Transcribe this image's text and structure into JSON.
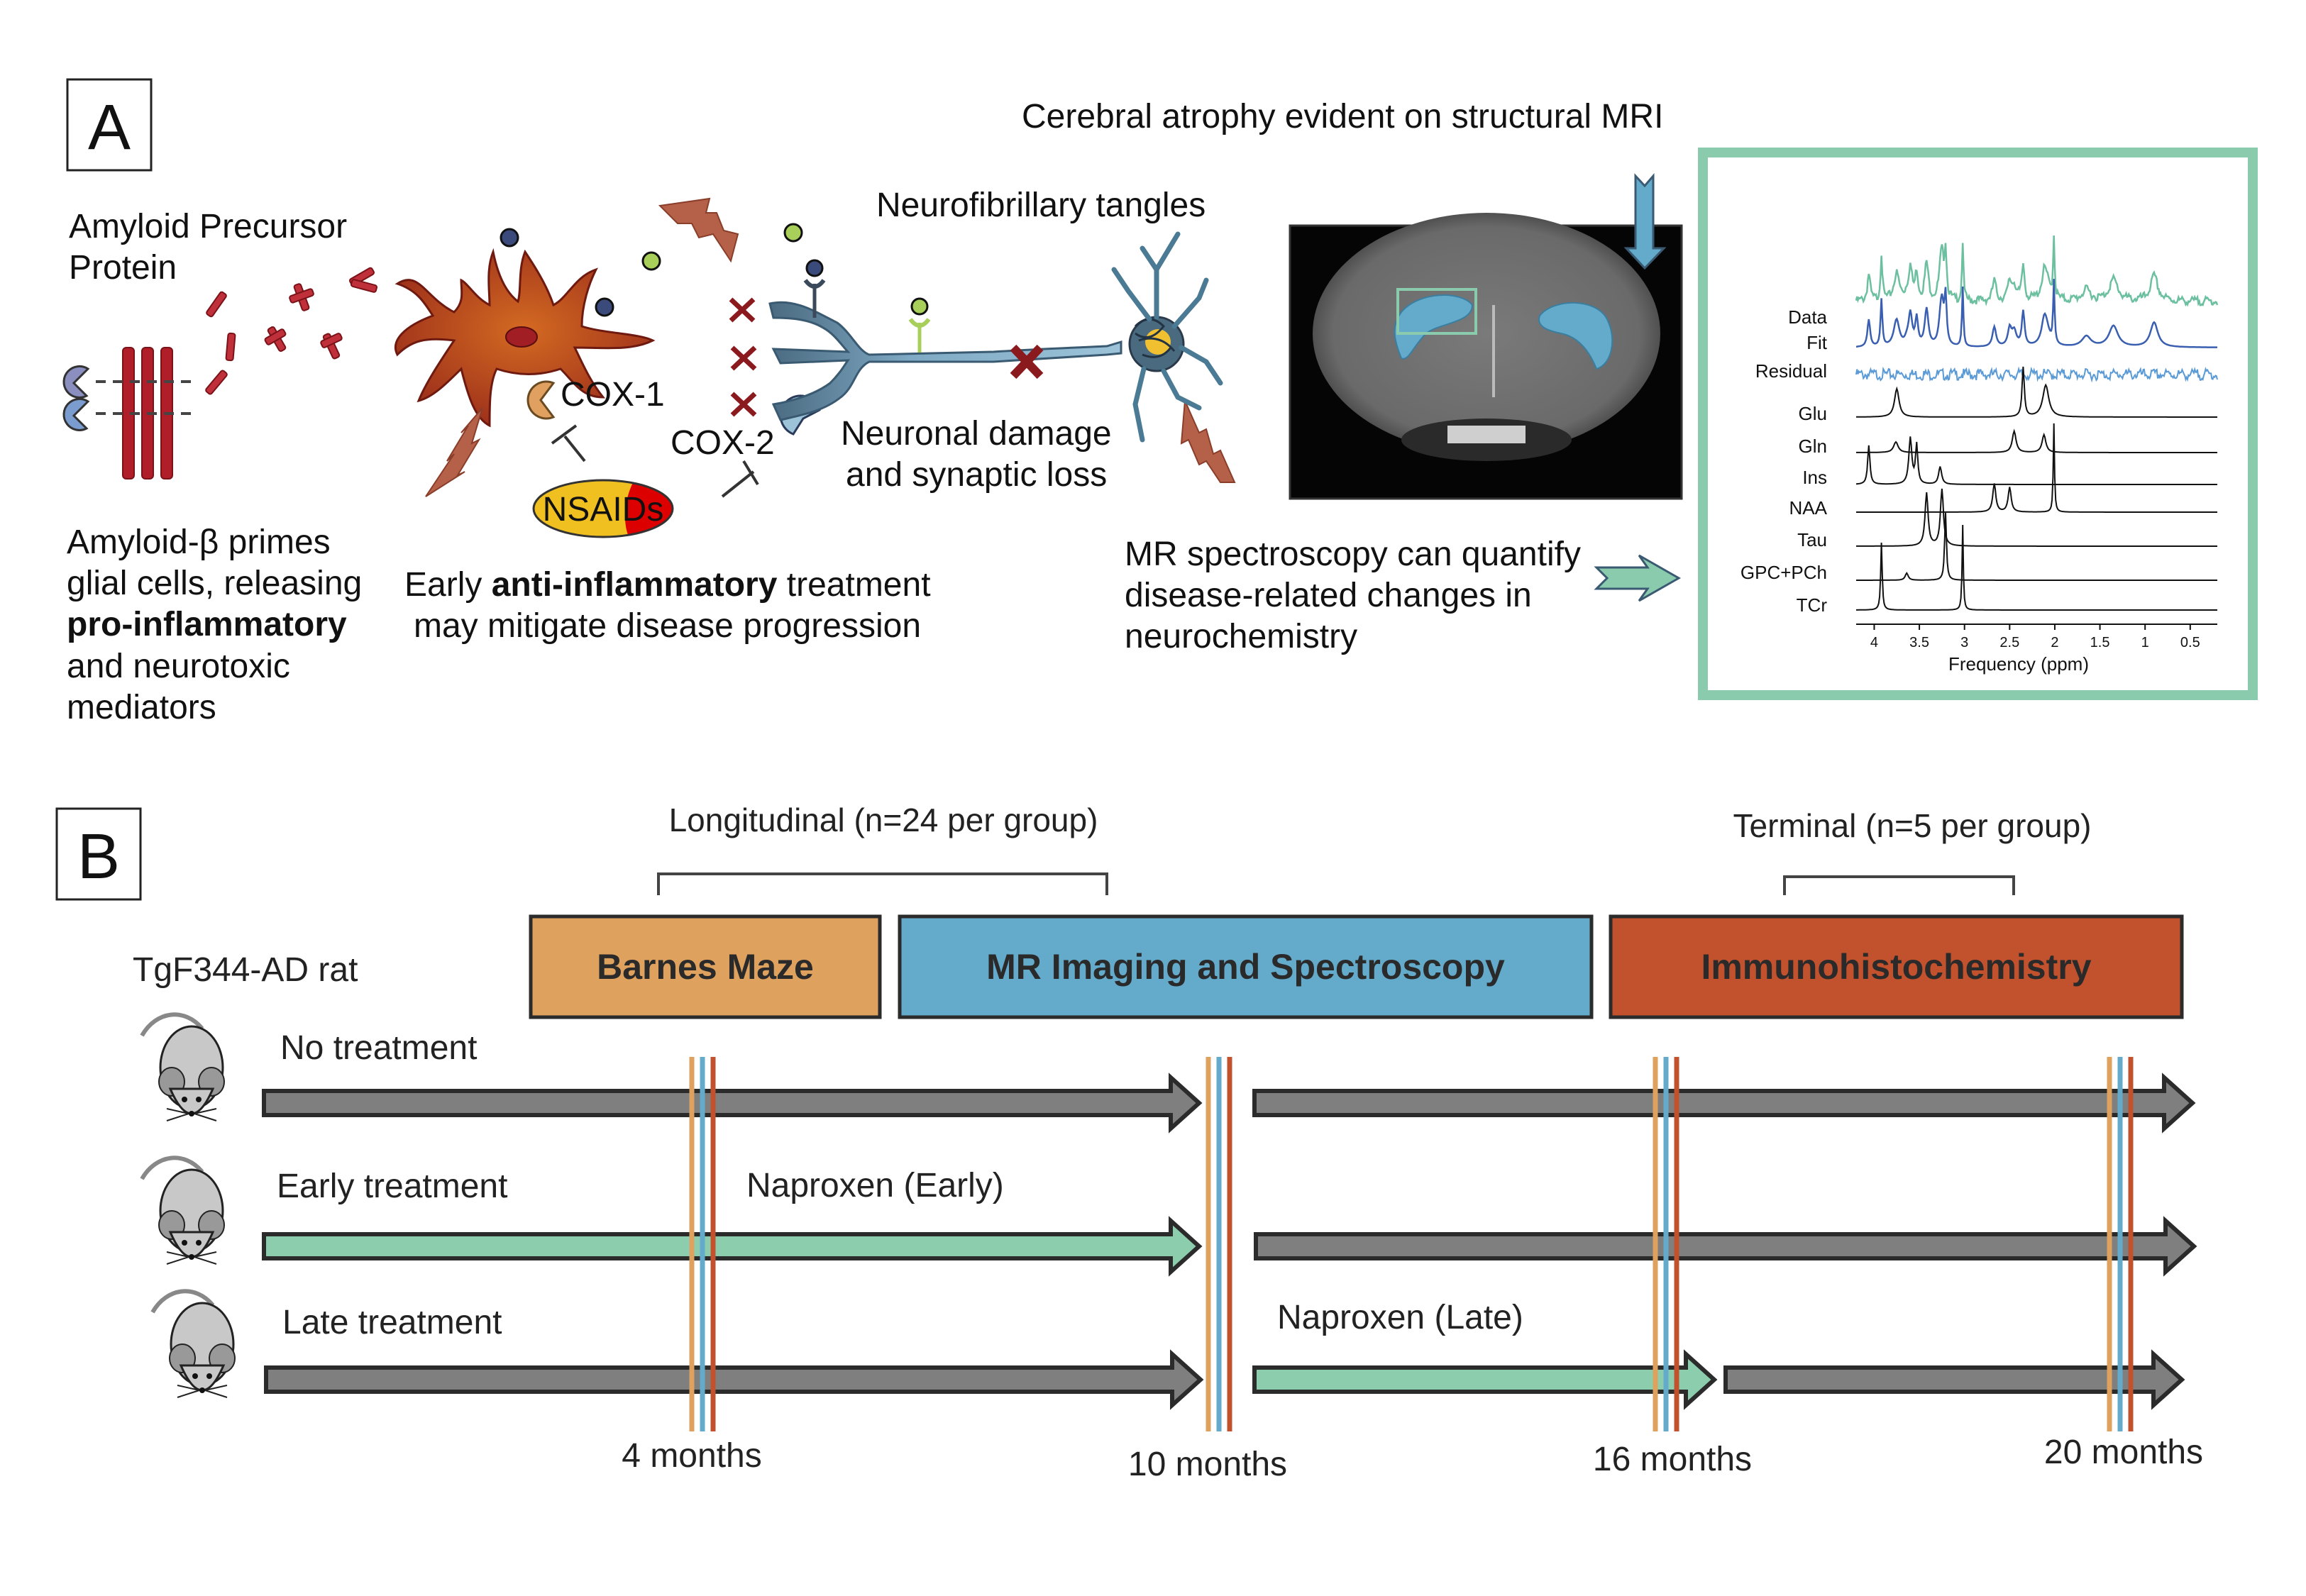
{
  "panel_a": {
    "letter": "A",
    "app_label": [
      "Amyloid Precursor",
      "Protein"
    ],
    "amyloid_caption": [
      "Amyloid-β primes",
      "glial cells, releasing",
      "pro-inflammatory",
      "and neurotoxic",
      "mediators"
    ],
    "cox1_label": "COX-1",
    "cox2_label": "COX-2",
    "nsaids_label": "NSAIDs",
    "treatment_caption_pre": "Early ",
    "treatment_caption_bold": "anti-inflammatory",
    "treatment_caption_post": " treatment",
    "treatment_caption_line2": "may mitigate disease progression",
    "tangles_label": "Neurofibrillary tangles",
    "neuronal_damage": [
      "Neuronal damage",
      "and synaptic loss"
    ],
    "mri_caption": "Cerebral atrophy evident on structural MRI",
    "mrs_caption": [
      "MR spectroscopy can quantify",
      "disease-related changes in",
      "neurochemistry"
    ],
    "colors": {
      "amyloid": "#b01e2a",
      "glia": "#a23b1c",
      "neuron": "#7fa9c4",
      "lightning": "#b5614a",
      "cross": "#8b1a1f",
      "nsaid_yellow": "#f0c020",
      "nsaid_red": "#dd0000",
      "spectrum_frame": "#8bcbad"
    }
  },
  "spectrum": {
    "traces": [
      "Data",
      "Fit",
      "Residual",
      "Glu",
      "Gln",
      "Ins",
      "NAA",
      "Tau",
      "GPC+PCh",
      "TCr"
    ],
    "x_ticks": [
      "4",
      "3.5",
      "3",
      "2.5",
      "2",
      "1.5",
      "1",
      "0.5"
    ],
    "xlabel": "Frequency (ppm)",
    "colors": {
      "data": "#6cc0a0",
      "fit": "#3a5fb0",
      "residual": "#5a9ad6",
      "metabolite": "#111111"
    }
  },
  "panel_b": {
    "letter": "B",
    "subject": "TgF344-AD rat",
    "longitudinal": "Longitudinal (n=24 per group)",
    "terminal": "Terminal (n=5 per group)",
    "phases": [
      {
        "label": "Barnes Maze",
        "color": "#dfa15e"
      },
      {
        "label": "MR Imaging and Spectroscopy",
        "color": "#64abcb"
      },
      {
        "label": "Immunohistochemistry",
        "color": "#c2522e"
      }
    ],
    "groups": [
      {
        "label": "No treatment"
      },
      {
        "label": "Early treatment",
        "drug_label": "Naproxen (Early)"
      },
      {
        "label": "Late treatment",
        "drug_label": "Naproxen (Late)"
      }
    ],
    "timepoints": [
      "4 months",
      "10 months",
      "16 months",
      "20 months"
    ],
    "colors": {
      "untreated": "#7f7f7f",
      "treated": "#8bcdad",
      "outline": "#2b2b2b"
    }
  }
}
